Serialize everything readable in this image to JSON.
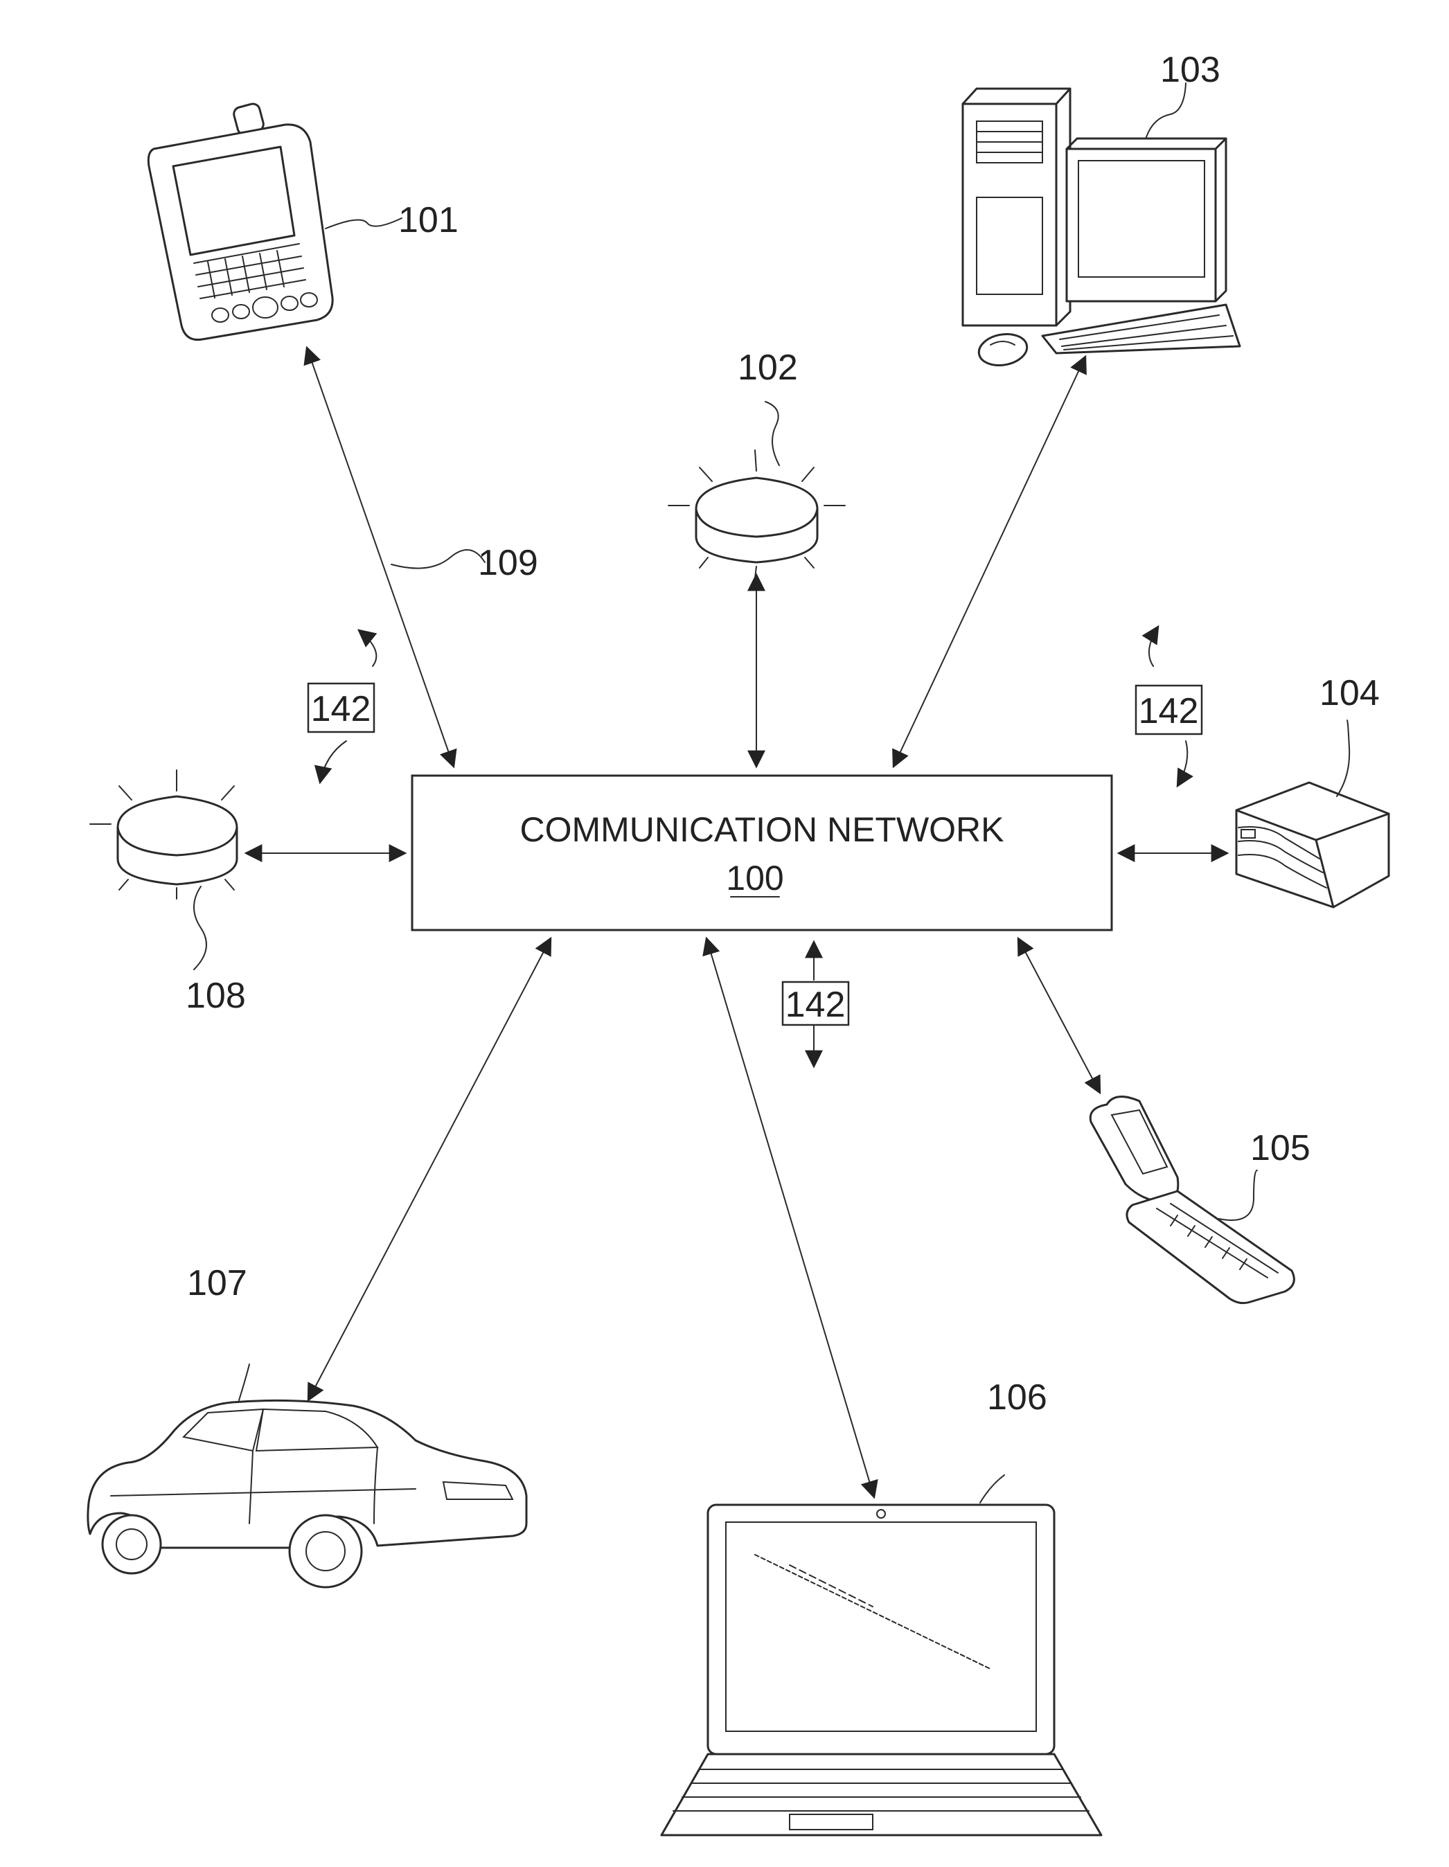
{
  "network": {
    "label": "COMMUNICATION NETWORK",
    "ref": "100"
  },
  "refs": {
    "pda": "101",
    "beacon_top": "102",
    "desktop": "103",
    "server": "104",
    "flip_phone": "105",
    "laptop": "106",
    "car": "107",
    "beacon_left": "108",
    "link": "109"
  },
  "signal_label": "142"
}
